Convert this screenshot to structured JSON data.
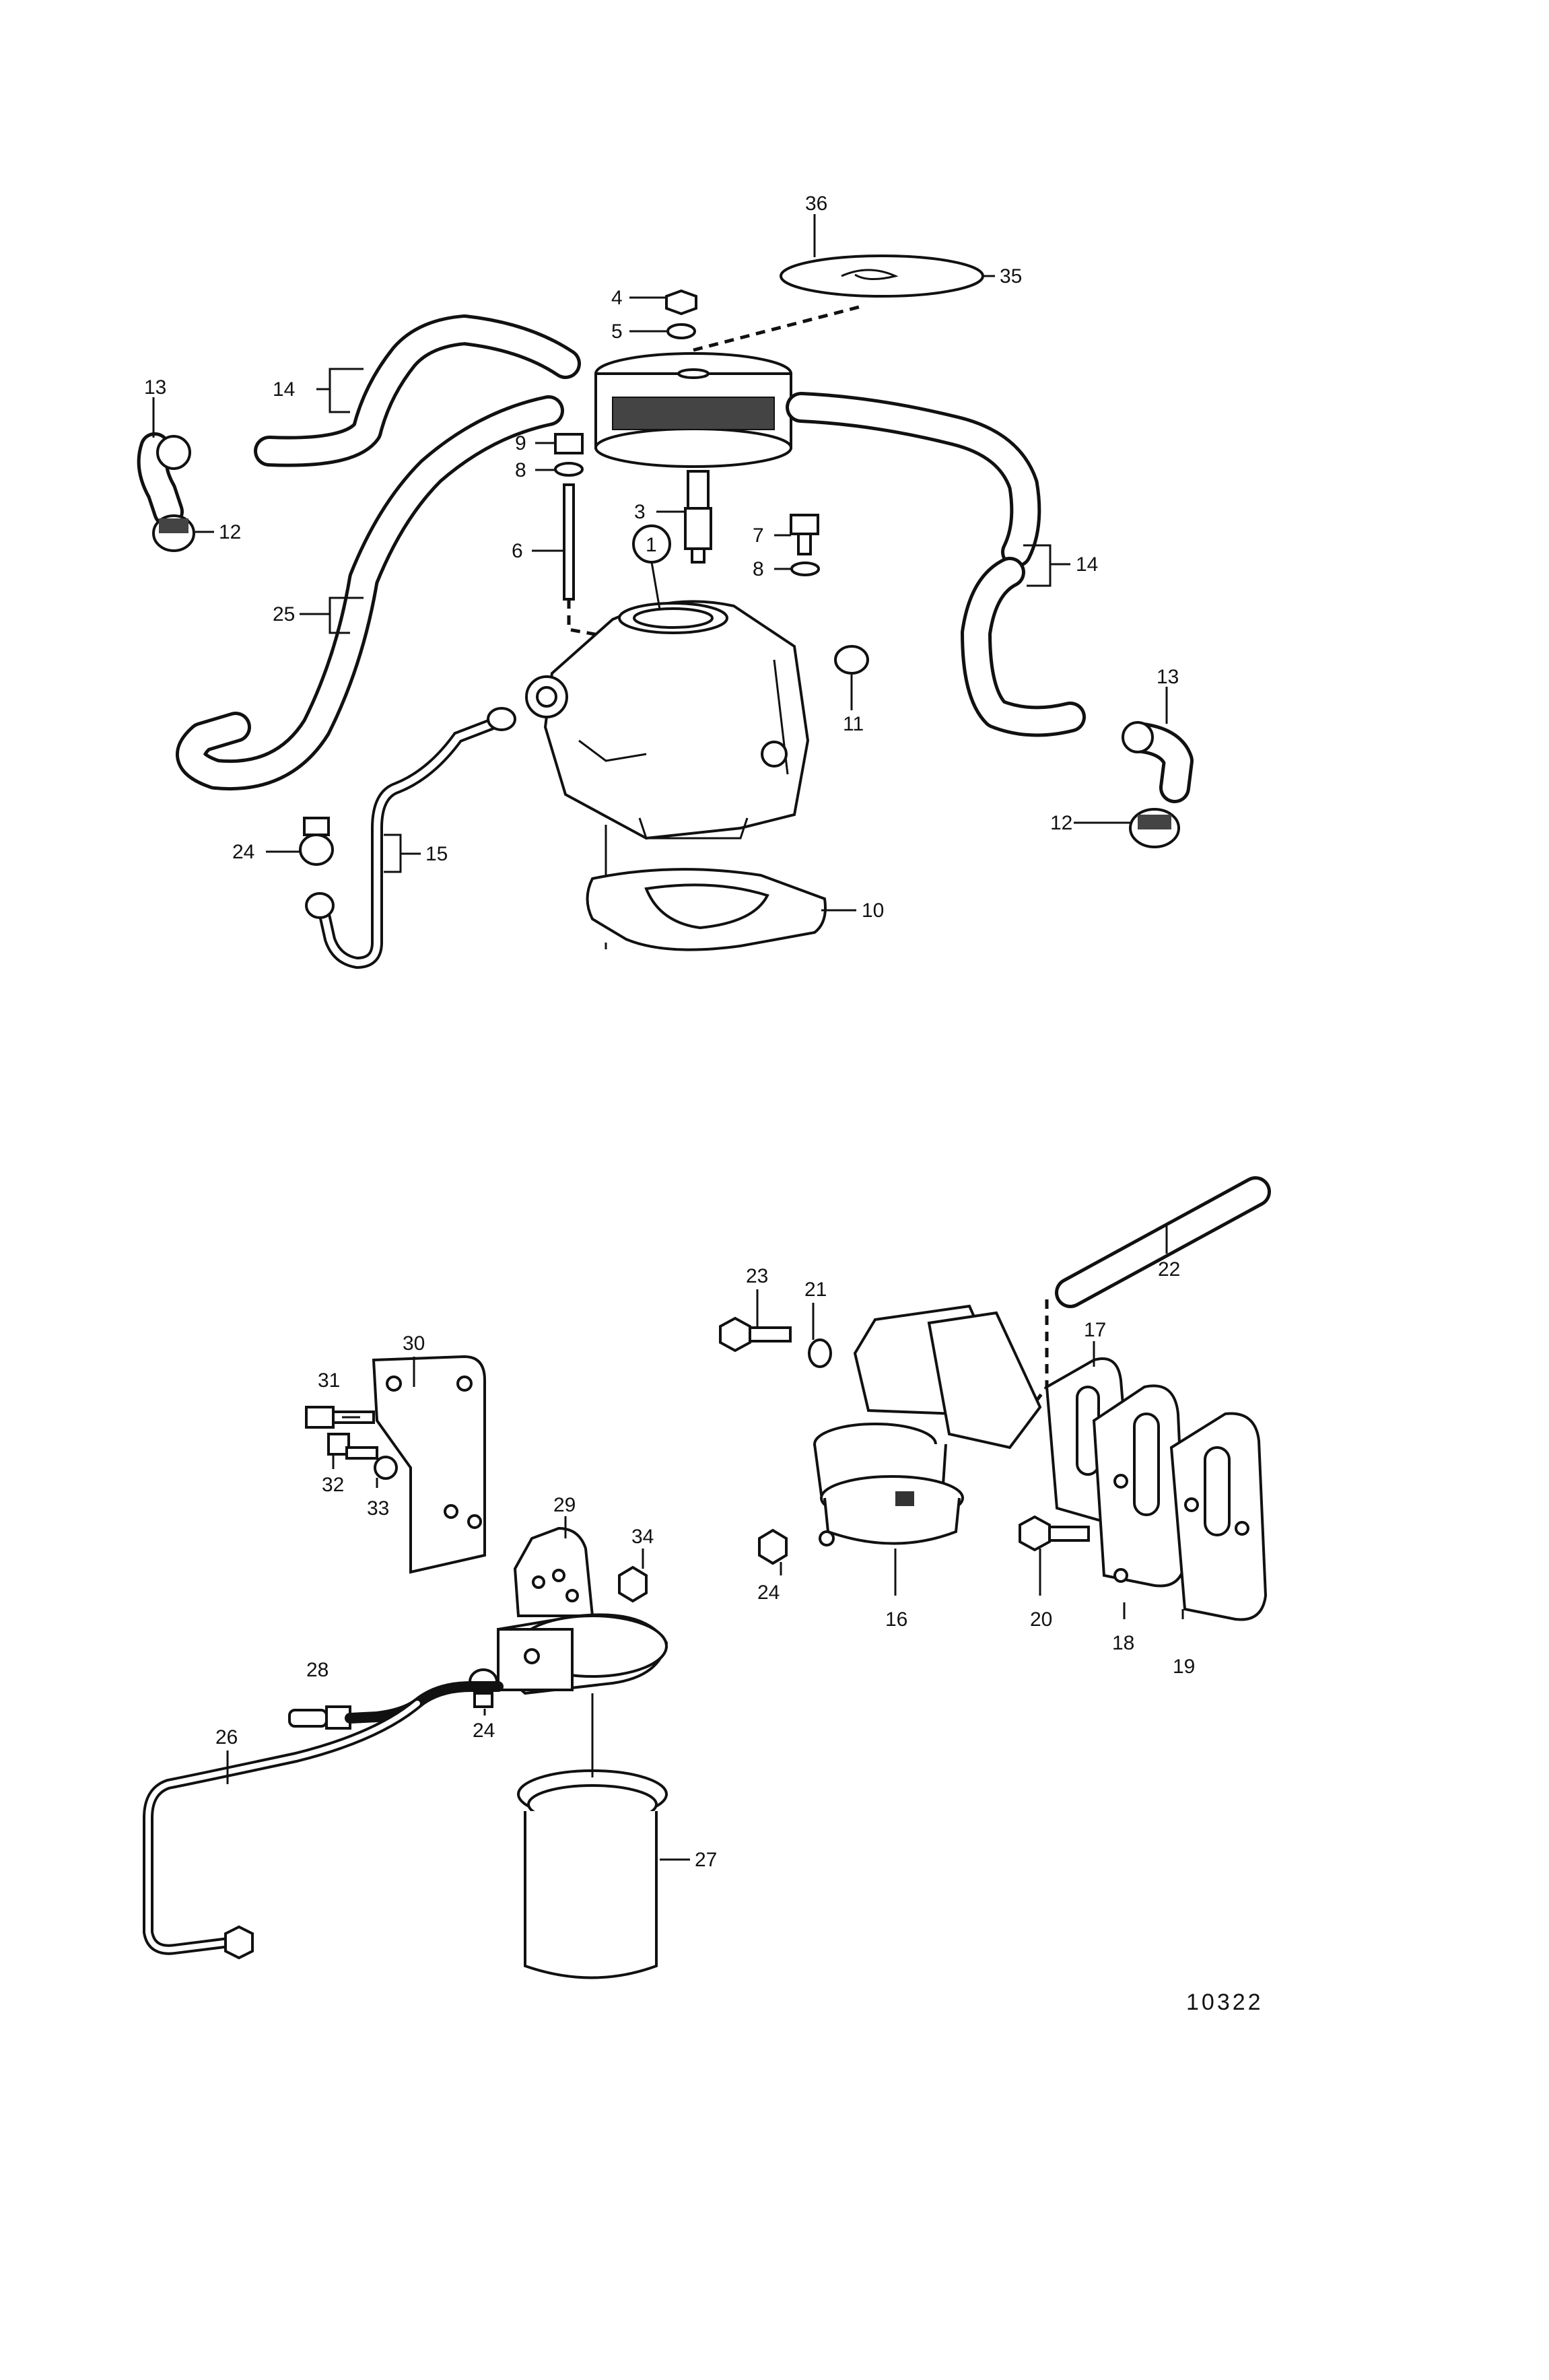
{
  "diagram": {
    "reference_number": "10322",
    "callouts": [
      "36",
      "35",
      "4",
      "5",
      "13",
      "14",
      "12",
      "9",
      "8",
      "3",
      "7",
      "8",
      "6",
      "1",
      "14",
      "25",
      "11",
      "13",
      "24",
      "15",
      "12",
      "10",
      "23",
      "21",
      "22",
      "17",
      "30",
      "31",
      "32",
      "33",
      "29",
      "34",
      "24",
      "16",
      "20",
      "18",
      "19",
      "28",
      "24",
      "26",
      "27"
    ]
  }
}
